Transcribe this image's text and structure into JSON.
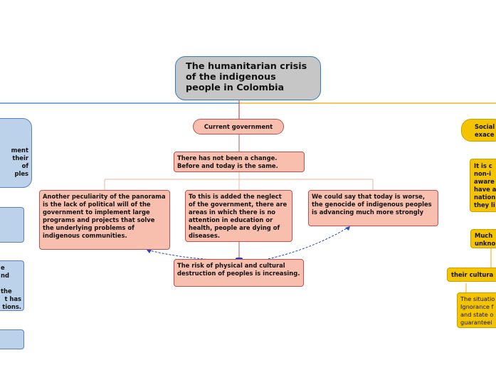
{
  "root": {
    "title": "The humanitarian crisis of the indigenous people in Colombia"
  },
  "center": {
    "current_government": "Current government",
    "no_change": "There has not been a change. Before and today is the same.",
    "peculiarity": "Another peculiarity of the panorama is the lack of political will of the government to implement large programs and projects that solve the underlying problems of indigenous communities.",
    "neglect": "To this is added the neglect of the government, there are areas in which there is no attention in education or health, people are dying of diseases.",
    "worse": "We could say that today is worse, the genocide of indigenous peoples is advancing much more strongly",
    "risk": "The risk of physical and cultural destruction of peoples is increasing."
  },
  "left": {
    "box1_lines": [
      "ment",
      "their",
      "of",
      "ples"
    ],
    "box3_lines": [
      "e",
      "nd",
      "",
      "the",
      "t has",
      "tions."
    ]
  },
  "right": {
    "social": [
      "Social",
      "exace"
    ],
    "consider": [
      "It is c",
      "non-i",
      "aware",
      "have a",
      "nation",
      "they li"
    ],
    "much": [
      "Much",
      "unkno"
    ],
    "cultural": "their cultura",
    "situation": [
      "The situatio",
      "Ignorance f",
      "and state o",
      "guaranteei"
    ]
  },
  "colors": {
    "blue_branch": "#2f7bc3",
    "orange_branch": "#f0a800",
    "red_branch": "#c0504d",
    "salmon_fill": "#f8bfae",
    "blue_fill": "#bcd1ea",
    "yellow_fill": "#f5c400",
    "root_fill": "#c6c6c6"
  }
}
